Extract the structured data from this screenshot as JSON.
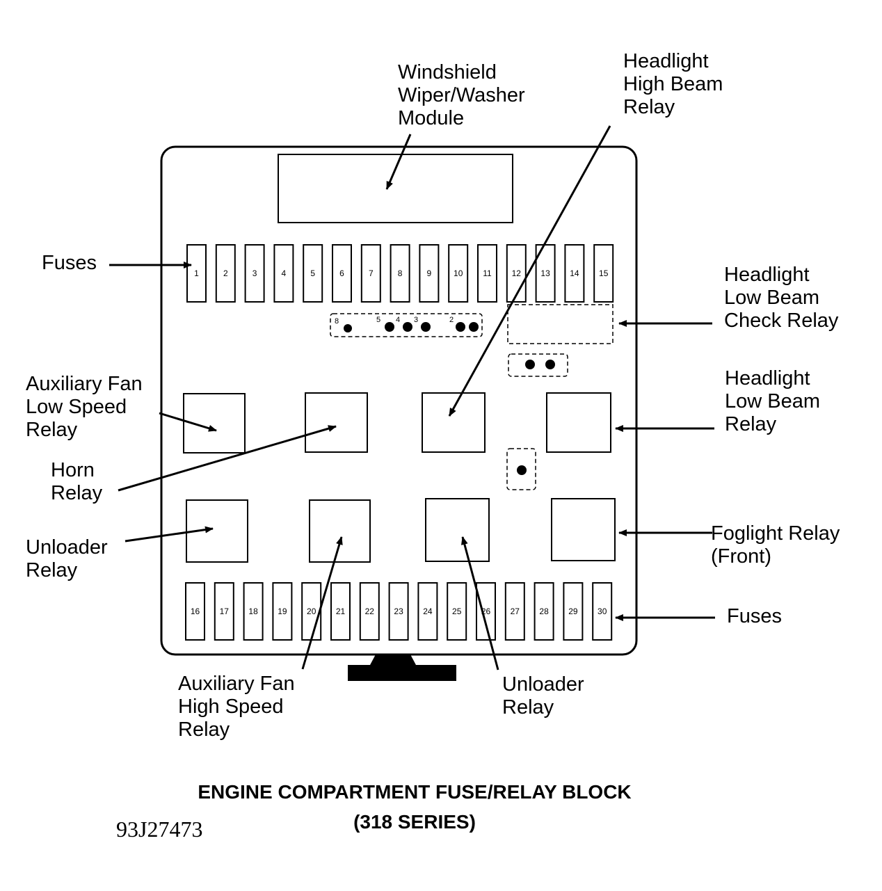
{
  "labels": {
    "wiper_module": "Windshield\nWiper/Washer\nModule",
    "high_beam_relay": "Headlight\nHigh Beam\nRelay",
    "fuses_top": "Fuses",
    "low_beam_check_relay": "Headlight\nLow Beam\nCheck Relay",
    "aux_fan_low_relay": "Auxiliary Fan\nLow Speed\nRelay",
    "low_beam_relay": "Headlight\nLow Beam\nRelay",
    "horn_relay": "Horn\nRelay",
    "unloader_relay_left": "Unloader\nRelay",
    "foglight_relay": "Foglight Relay\n(Front)",
    "fuses_bottom": "Fuses",
    "aux_fan_high_relay": "Auxiliary Fan\nHigh Speed\nRelay",
    "unloader_relay_bottom": "Unloader\nRelay"
  },
  "fuses_top": [
    "1",
    "2",
    "3",
    "4",
    "5",
    "6",
    "7",
    "8",
    "9",
    "10",
    "11",
    "12",
    "13",
    "14",
    "15"
  ],
  "fuses_bottom": [
    "16",
    "17",
    "18",
    "19",
    "20",
    "21",
    "22",
    "23",
    "24",
    "25",
    "26",
    "27",
    "28",
    "29",
    "30"
  ],
  "connector_pins": [
    "8",
    "5",
    "4",
    "3",
    "2"
  ],
  "title_line1": "ENGINE COMPARTMENT FUSE/RELAY BLOCK",
  "title_line2": "(318 SERIES)",
  "figure_code": "93J27473"
}
